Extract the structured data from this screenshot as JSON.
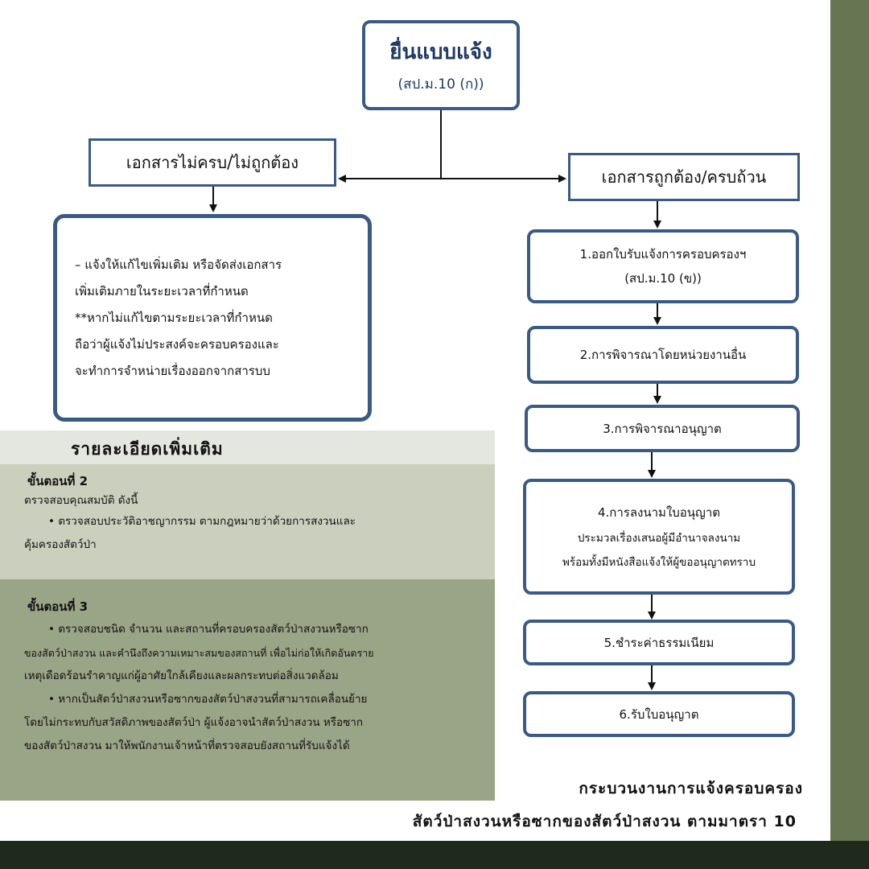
{
  "colors": {
    "box_border": "#3a5a86",
    "side_bar": "#667552",
    "bottom_bar": "#1f2a1c",
    "panel_light": "#e4e7df",
    "panel_mid": "#cbd0be",
    "panel_dark": "#9aa486"
  },
  "top_box": {
    "title": "ยื่นแบบแจ้ง",
    "subtitle": "(สป.ม.10 (ก))"
  },
  "left_branch": {
    "label": "เอกสารไม่ครบ/ไม่ถูกต้อง",
    "note_lines": [
      "– แจ้งให้แก้ไขเพิ่มเติม หรือจัดส่งเอกสาร",
      "เพิ่มเติมภายในระยะเวลาที่กำหนด",
      "**หากไม่แก้ไขตามระยะเวลาที่กำหนด",
      "ถือว่าผู้แจ้งไม่ประสงค์จะครอบครองและ",
      "จะทำการจำหน่ายเรื่องออกจากสารบบ"
    ]
  },
  "right_branch": {
    "label": "เอกสารถูกต้อง/ครบถ้วน",
    "steps": [
      {
        "lines": [
          "1.ออกใบรับแจ้งการครอบครองฯ",
          "(สป.ม.10 (ข))"
        ]
      },
      {
        "lines": [
          "2.การพิจารณาโดยหน่วยงานอื่น"
        ]
      },
      {
        "lines": [
          "3.การพิจารณาอนุญาต"
        ]
      },
      {
        "lines": [
          "4.การลงนามใบอนุญาต",
          "ประมวลเรื่องเสนอผู้มีอำนาจลงนาม",
          "พร้อมทั้งมีหนังสือแจ้งให้ผู้ขออนุญาตทราบ"
        ]
      },
      {
        "lines": [
          "5.ชำระค่าธรรมเนียม"
        ]
      },
      {
        "lines": [
          "6.รับใบอนุญาต"
        ]
      }
    ]
  },
  "details": {
    "title": "รายละเอียดเพิ่มเติม",
    "step2": {
      "heading": "ขั้นตอนที่ 2",
      "lines": [
        "ตรวจสอบคุณสมบัติ ดังนี้",
        "• ตรวจสอบประวัติอาชญากรรม ตามกฎหมายว่าด้วยการสงวนและ",
        "คุ้มครองสัตว์ป่า"
      ]
    },
    "step3": {
      "heading": "ขั้นตอนที่ 3",
      "lines": [
        "• ตรวจสอบชนิด จำนวน และสถานที่ครอบครองสัตว์ป่าสงวนหรือซาก",
        "ของสัตว์ป่าสงวน และคำนึงถึงความเหมาะสมของสถานที่ เพื่อไม่ก่อให้เกิดอันตราย",
        "เหตุเดือดร้อนรำคาญแก่ผู้อาศัยใกล้เคียงและผลกระทบต่อสิ่งแวดล้อม",
        "• หากเป็นสัตว์ป่าสงวนหรือซากของสัตว์ป่าสงวนที่สามารถเคลื่อนย้าย",
        "โดยไม่กระทบกับสวัสดิภาพของสัตว์ป่า ผู้แจ้งอาจนำสัตว์ป่าสงวน หรือซาก",
        "ของสัตว์ป่าสงวน มาให้พนักงานเจ้าหน้าที่ตรวจสอบยังสถานที่รับแจ้งได้"
      ]
    }
  },
  "footer": {
    "line1": "กระบวนงานการแจ้งครอบครอง",
    "line2": "สัตว์ป่าสงวนหรือซากของสัตว์ป่าสงวน ตามมาตรา 10"
  }
}
